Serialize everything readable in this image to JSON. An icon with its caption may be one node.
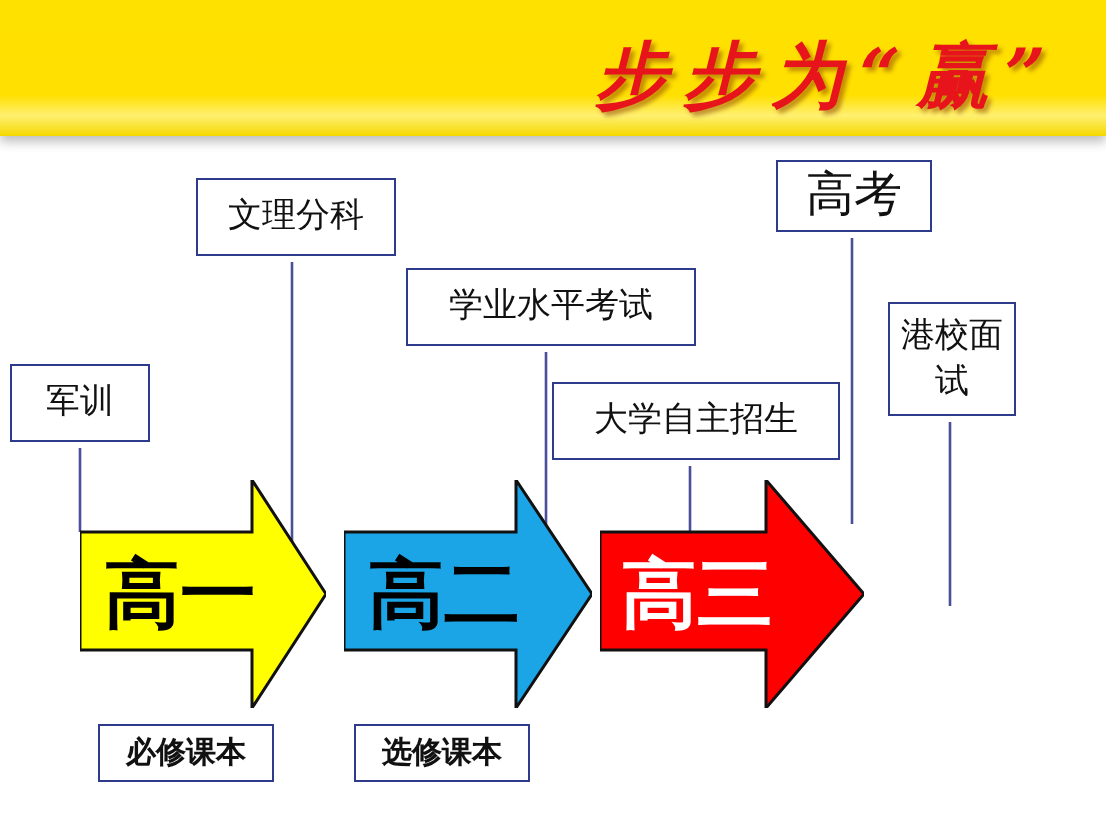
{
  "diagram": {
    "title": "步步为“赢”",
    "nodes": [
      {
        "text": [
          "高一"
        ]
      },
      {
        "text": [
          "高二"
        ]
      },
      {
        "text": [
          "高三"
        ]
      },
      {
        "text": [
          "军训"
        ]
      },
      {
        "text": [
          "文理分科"
        ]
      },
      {
        "text": [
          "学业水平考试"
        ]
      },
      {
        "text": [
          "大学自主招生"
        ]
      },
      {
        "text": [
          "高考"
        ]
      },
      {
        "text": [
          "港校面试"
        ]
      },
      {
        "text": [
          "必修课本"
        ]
      },
      {
        "text": [
          "选修课本"
        ]
      }
    ],
    "edges": [
      {
        "from": 3,
        "to": 0,
        "arrow": "none"
      },
      {
        "from": 4,
        "to": 0,
        "arrow": "none"
      },
      {
        "from": 5,
        "to": 1,
        "arrow": "none"
      },
      {
        "from": 6,
        "to": 2,
        "arrow": "none"
      },
      {
        "from": 7,
        "to": null,
        "arrow": "none"
      },
      {
        "from": 8,
        "to": null,
        "arrow": "none"
      }
    ]
  }
}
